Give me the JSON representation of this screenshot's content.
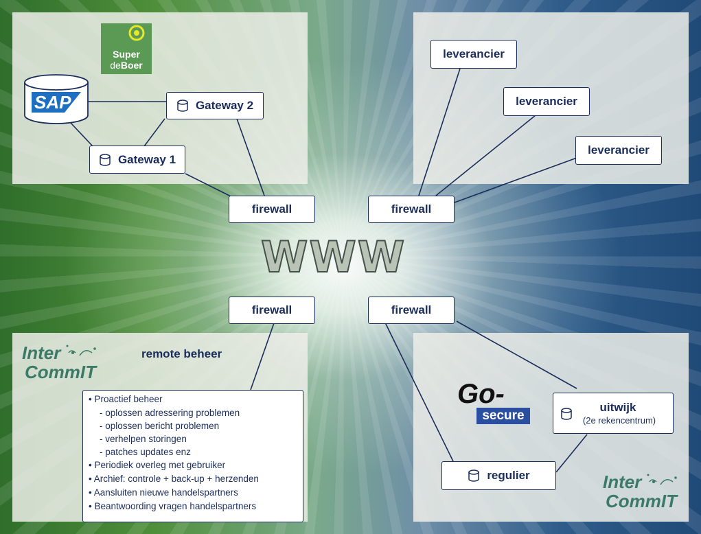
{
  "center": {
    "text": "WWW"
  },
  "logos": {
    "superdeboer": {
      "line1": "Super",
      "line2a": "de",
      "line2b": "Boer"
    },
    "sap": "SAP",
    "gosecure": {
      "top": "Go-",
      "bottom": "secure"
    },
    "intercommit": {
      "line1": "Inter",
      "line2": "CommIT"
    }
  },
  "nodes": {
    "gateway1": "Gateway 1",
    "gateway2": "Gateway 2",
    "firewall": "firewall",
    "leverancier": "leverancier",
    "uitwijk": "uitwijk",
    "uitwijk_sub": "(2e rekencentrum)",
    "regulier": "regulier"
  },
  "remote": {
    "title": "remote beheer",
    "items": [
      "• Proactief beheer",
      "- oplossen adressering problemen",
      "- oplossen bericht problemen",
      "- verhelpen storingen",
      "- patches updates enz",
      "• Periodiek overleg met gebruiker",
      "• Archief: controle + back-up + herzenden",
      "• Aansluiten nieuwe handelspartners",
      "• Beantwoording vragen handelspartners"
    ]
  },
  "colors": {
    "navy": "#1a2d5a",
    "green_logo": "#3a7a66",
    "gosecure_blue": "#2a4fa0"
  }
}
